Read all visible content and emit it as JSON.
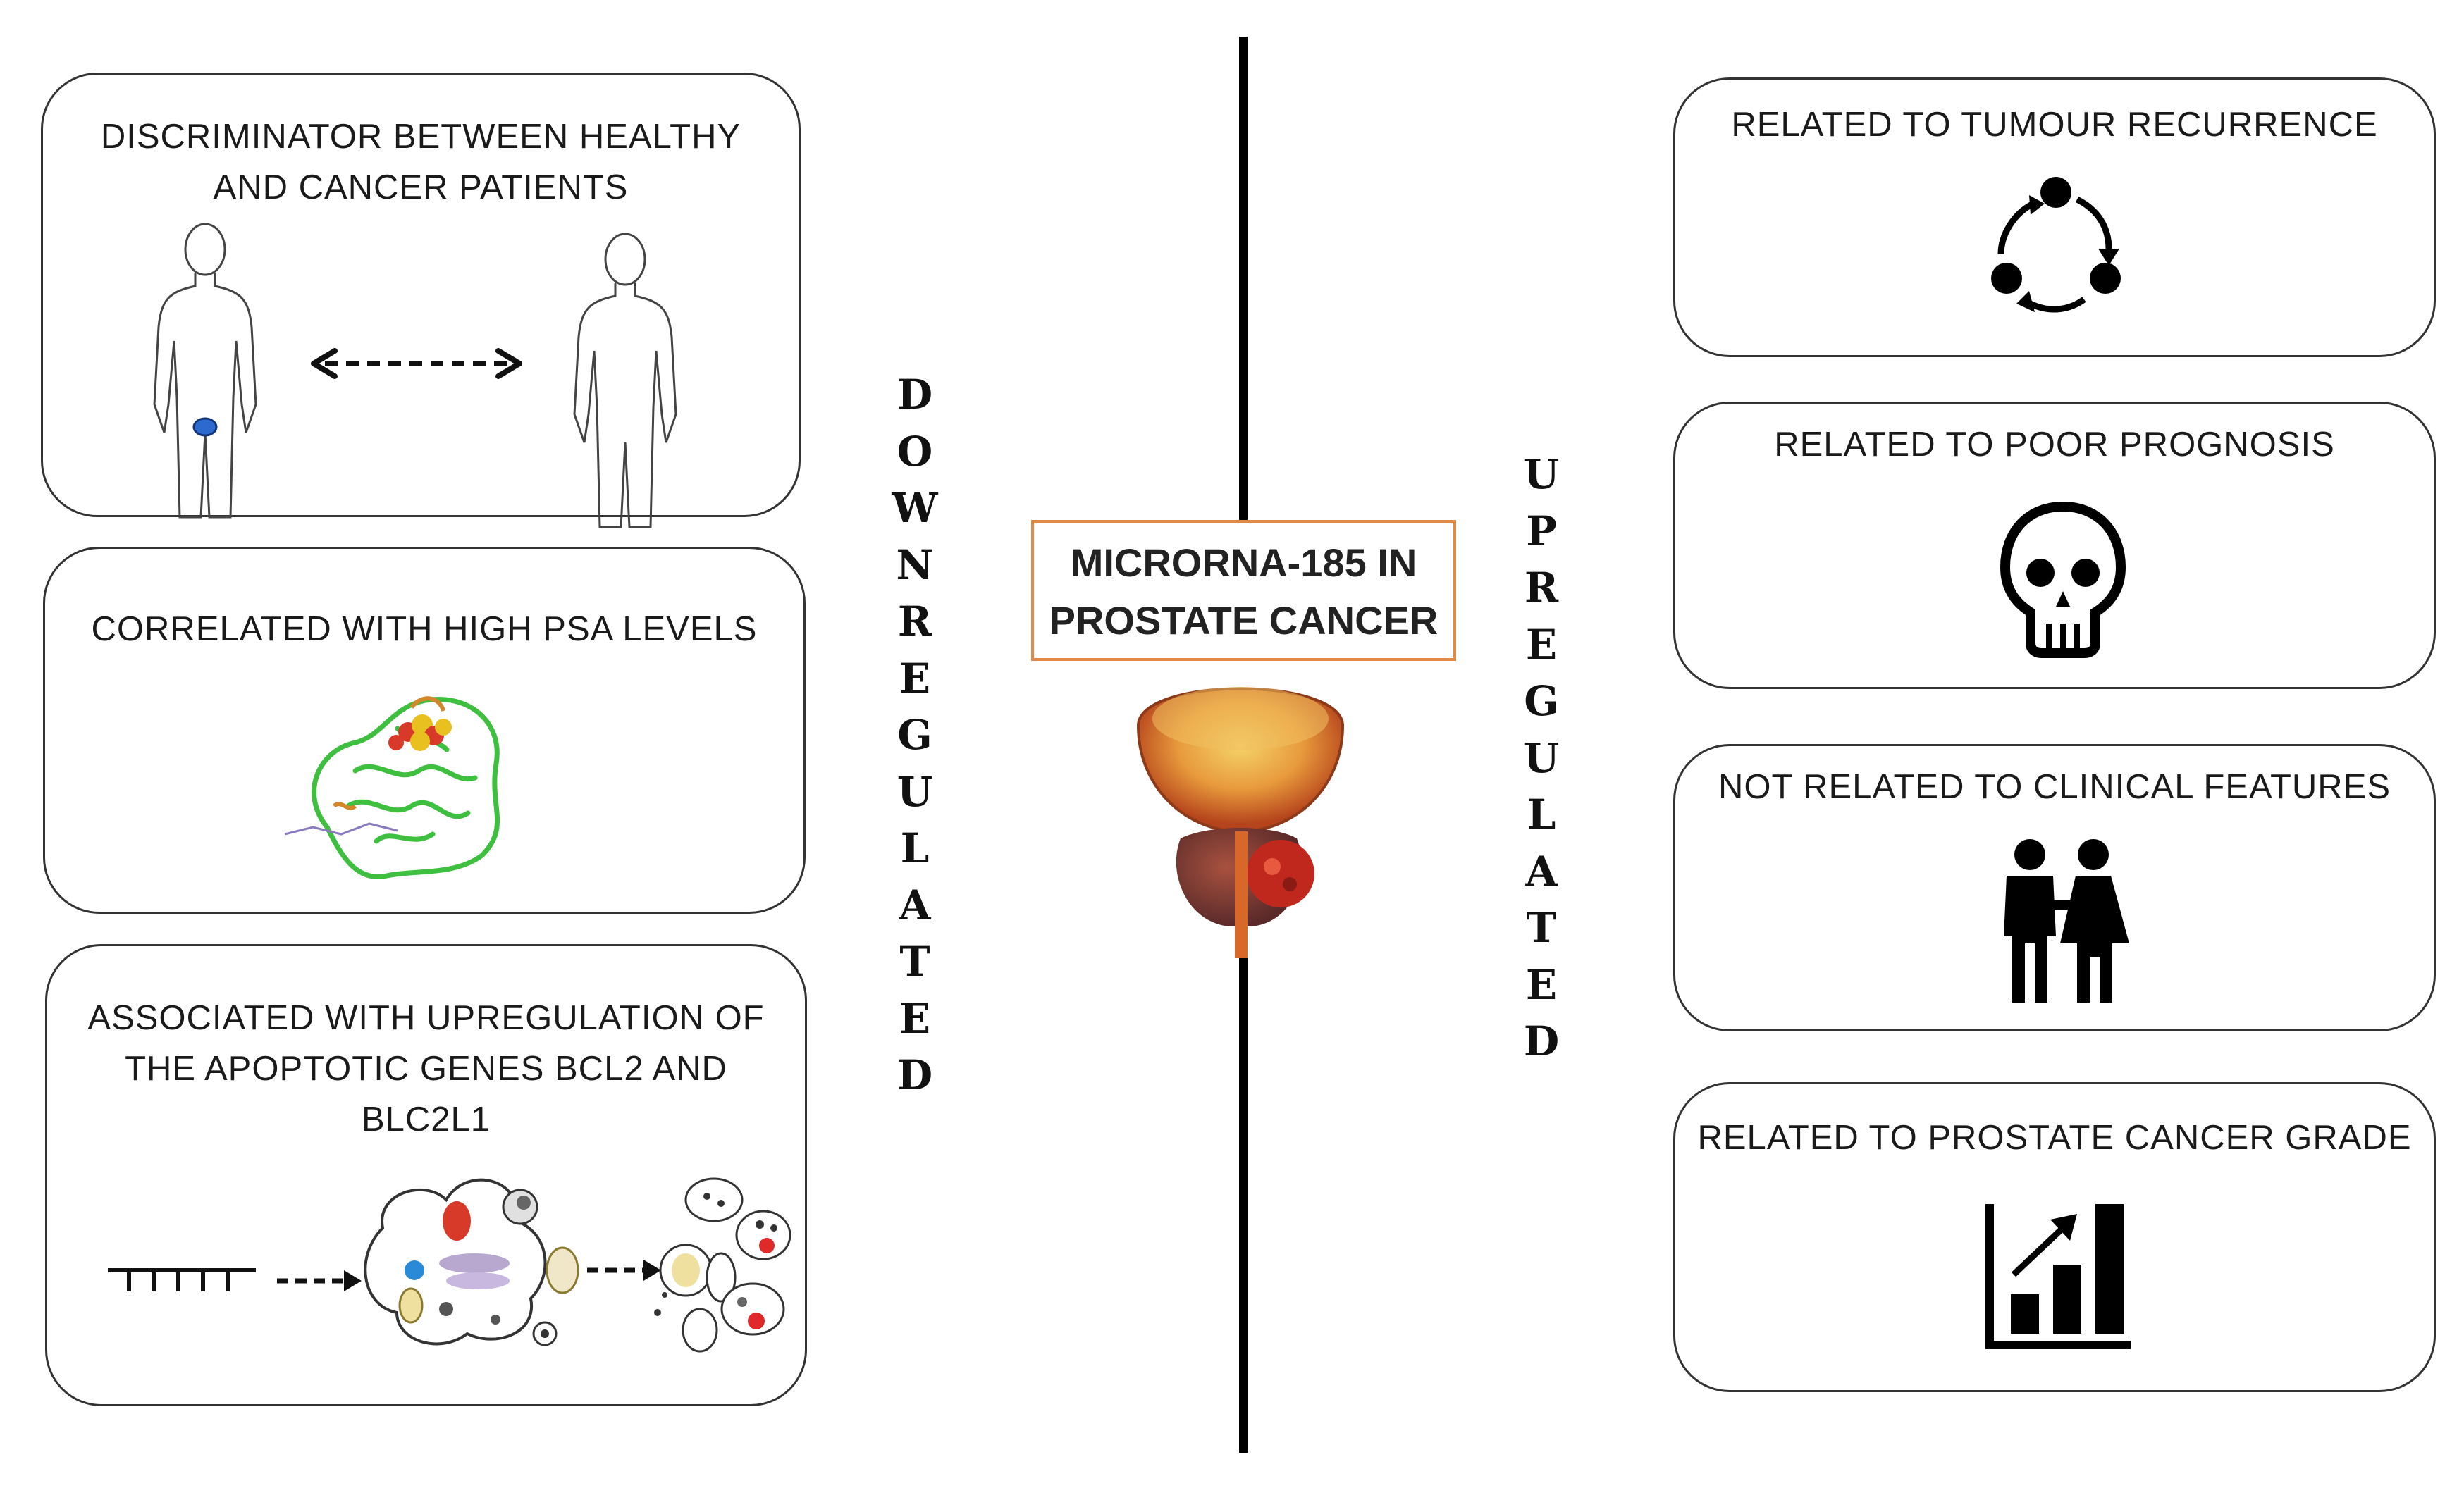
{
  "title": {
    "line1": "MICRORNA-185 IN",
    "line2": "PROSTATE CANCER"
  },
  "left_label": "DOWNREGULATED",
  "right_label": "UPREGULATED",
  "left_boxes": [
    {
      "lines": [
        "DISCRIMINATOR  BETWEEN  HEALTHY",
        "AND CANCER  PATIENTS"
      ]
    },
    {
      "lines": [
        "CORRELATED  WITH HIGH PSA LEVELS"
      ]
    },
    {
      "lines": [
        "ASSOCIATED  WITH UPREGULATION  OF",
        "THE APOPTOTIC  GENES BCL2 AND",
        "BLC2L1"
      ]
    }
  ],
  "right_boxes": [
    {
      "lines": [
        "RELATED  TO TUMOUR  RECURRENCE"
      ],
      "icon": "recurrence-cycle-icon"
    },
    {
      "lines": [
        "RELATED  TO POOR PROGNOSIS"
      ],
      "icon": "skull-icon"
    },
    {
      "lines": [
        "NOT RELATED TO CLINICAL FEATURES"
      ],
      "icon": "couple-icon"
    },
    {
      "lines": [
        "RELATED  TO PROSTATE  CANCER GRADE"
      ],
      "icon": "bar-chart-growth-icon"
    }
  ],
  "colors": {
    "title_border": "#e08a4a",
    "line": "#000000",
    "box_border": "#333333",
    "protein": "#3fbf3f",
    "bladder": "#d06a2a"
  }
}
